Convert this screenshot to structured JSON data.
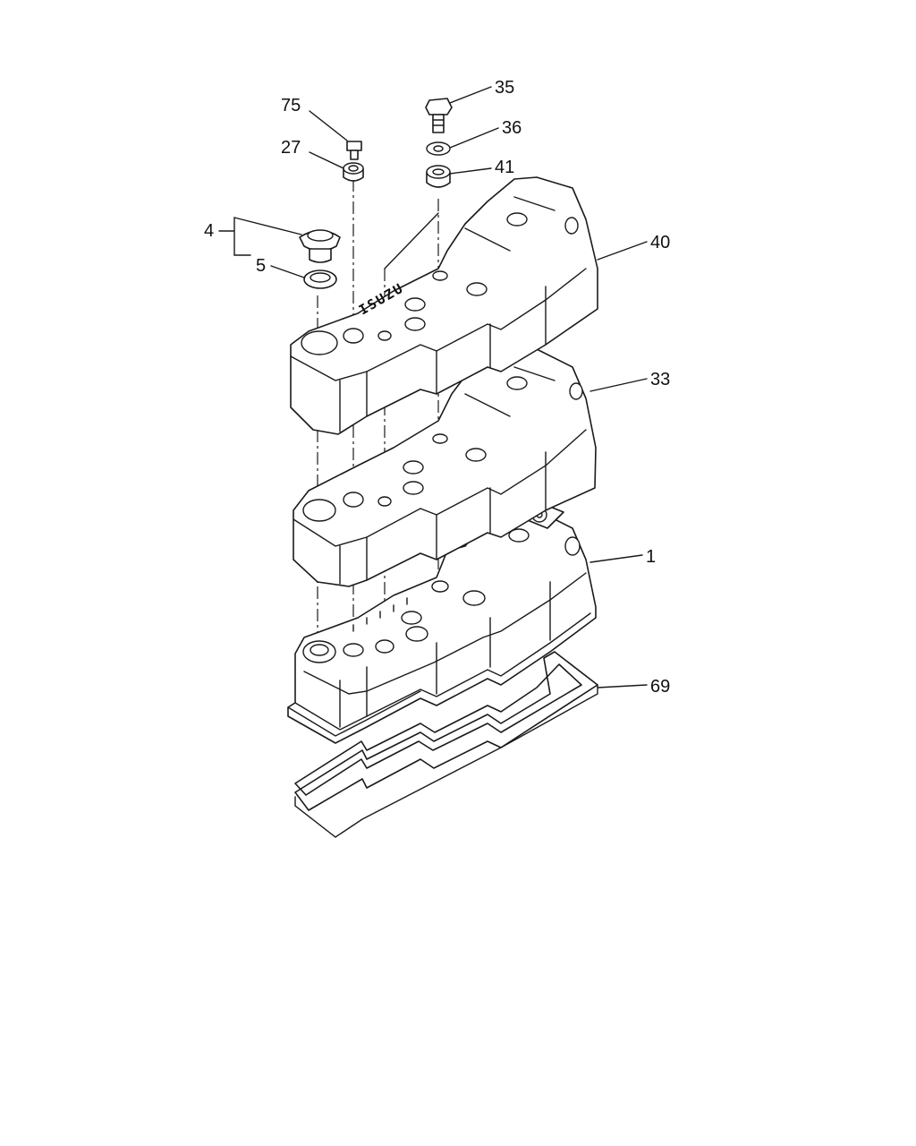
{
  "callouts": {
    "p75": "75",
    "p27": "27",
    "p35": "35",
    "p36": "36",
    "p41": "41",
    "p4": "4",
    "p5": "5",
    "p40": "40",
    "p33": "33",
    "p1": "1",
    "p69": "69"
  },
  "brand_marking": "ISUZU",
  "colors": {
    "ink": "#1a1a1a",
    "paper": "#ffffff"
  }
}
